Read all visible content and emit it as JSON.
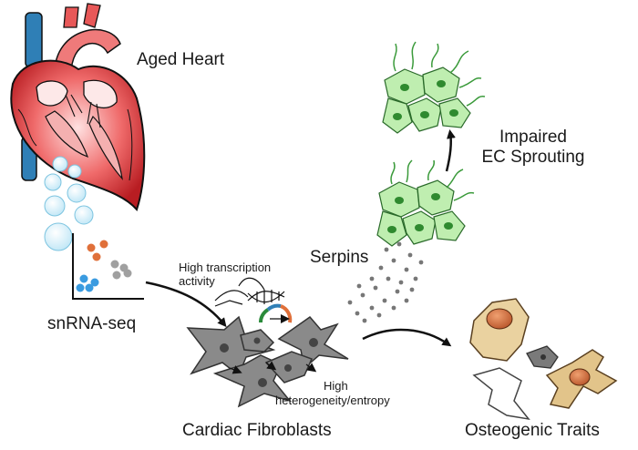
{
  "labels": {
    "aged_heart": "Aged Heart",
    "snrna_seq": "snRNA-seq",
    "high_transcription_line1": "High transcription",
    "high_transcription_line2": "activity",
    "serpins": "Serpins",
    "impaired_line1": "Impaired",
    "impaired_line2": "EC Sprouting",
    "high_heterogeneity_line1": "High",
    "high_heterogeneity_line2": "heterogeneity/entropy",
    "cardiac_fibroblasts": "Cardiac Fibroblasts",
    "osteogenic_traits": "Osteogenic Traits"
  },
  "colors": {
    "heart_red": "#d9242b",
    "vessel_blue": "#2f7fb6",
    "cell_green": "#8cd67a",
    "nucleus_green": "#2f8a2f",
    "fibroblast_gray": "#8a8a8a",
    "scatter_orange": "#e0703a",
    "scatter_blue": "#3a9be0",
    "scatter_gray": "#a0a0a0",
    "osteo_tan": "#d8b070"
  },
  "icons": [
    "heart-icon",
    "droplet-icon",
    "scatter-plot-icon",
    "dna-icon",
    "gauge-icon",
    "endothelial-cell-icon",
    "fibroblast-icon",
    "osteoblast-icon",
    "arrow-icon"
  ]
}
